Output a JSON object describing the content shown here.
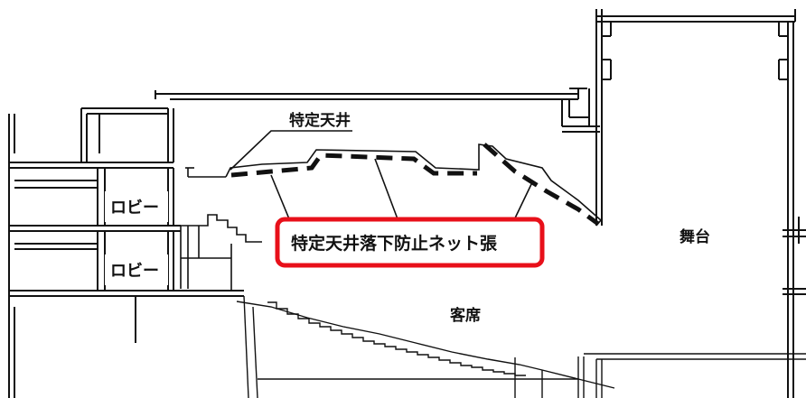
{
  "diagram": {
    "labels": {
      "ceiling": "特定天井",
      "net": "特定天井落下防止ネット張",
      "lobby_upper": "ロビー",
      "lobby_lower": "ロビー",
      "stage": "舞台",
      "seats": "客席"
    },
    "colors": {
      "line": "#111111",
      "highlight": "#e8101a",
      "background": "#ffffff"
    }
  }
}
